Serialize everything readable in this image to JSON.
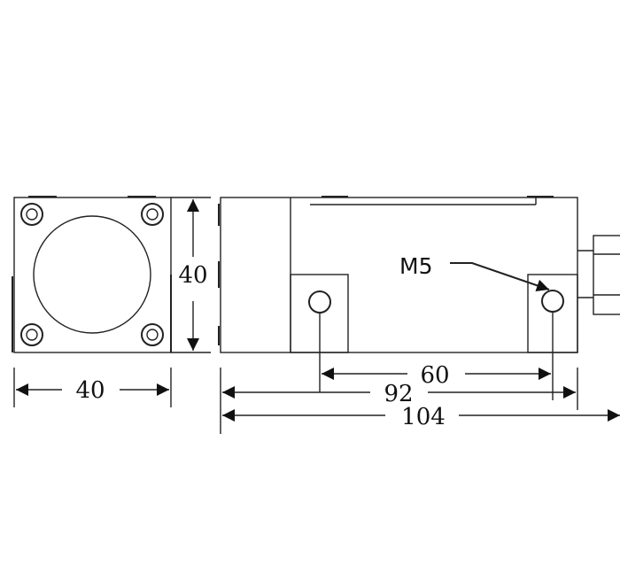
{
  "drawing": {
    "front_view": {
      "width_label": "40",
      "height_label": "40"
    },
    "side_view": {
      "thread_label": "M5",
      "hole_spacing_label": "60",
      "body_length_label": "92",
      "total_length_label": "104"
    },
    "line_color": "#222222"
  }
}
